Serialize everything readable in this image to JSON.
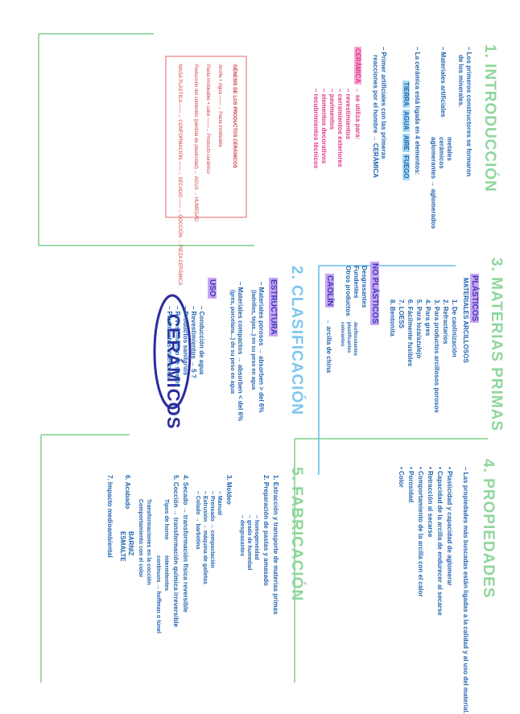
{
  "title": "CERÁMICOS",
  "sections": {
    "intro": {
      "heading": "1. INTRODUCCIÓN",
      "l1": "– Los primeros constructores se formaron",
      "l1b": "de los minerales.",
      "l2": "– Materiales artificiales",
      "l2a": "metales",
      "l2b": "cerámicos",
      "l2c": "aglomerantes → aglomerados",
      "l3": "– La cerámica está ligada en 4 elementos:",
      "elements": [
        "TIERRA",
        "AGUA",
        "AIRE",
        "FUEGO"
      ],
      "l4": "– Primer artificiales con las primeras",
      "l4b": "reacciones por el hombre → CERÁMICA",
      "ceramica_label": "CERÁMICA",
      "l5": "→ se utiliza para:",
      "uses": [
        "– revestimientos",
        "– cerramientos exteriores",
        "– pavimentos",
        "– elementos decorativos",
        "– recubrimientos técnicos"
      ],
      "box": {
        "title": "GÉNESIS DE LOS PRODUCTOS CERÁMICOS",
        "r1": "Arcilla + Agua ——→ Pasta moldeable",
        "r2": "Pasta moldeable + calor ——→ Producto cerámico",
        "r3": "Reducción del contenido (pérdida de plasticidad) ← AGUA → HUMEDAD",
        "r4": "MASA PLÁSTICA ——→ CONFORMACIÓN ——→ SECADO ——→ COCCIÓN → PIEZA CERÁMICA"
      }
    },
    "materias": {
      "heading": "3. MATERIAS PRIMAS",
      "plasticos": "PLÁSTICOS",
      "plasticos_sub": "MATERIALES ARCILLOSOS",
      "items": [
        "1. De caolinización",
        "2. Refractarios",
        "3. Para productos arcillosos porosos",
        "4. Para gres",
        "5. Para loza/azulejo",
        "6. Fácilmente fusibles",
        "7. LOESS",
        "8. Bentonita"
      ],
      "no_plasticos": "NO PLÁSTICOS",
      "np_items": [
        "Desgrasantes",
        "Fundentes",
        "Otros productos"
      ],
      "np_side": [
        "desfloculantes",
        "plastificantes",
        "colorantes"
      ],
      "caolin": "CAOLÍN",
      "caolin_desc": "→ arcilla de china"
    },
    "clasificacion": {
      "heading": "2. CLASIFICACIÓN",
      "estructura": "ESTRUCTURA",
      "e1": "– Materiales porosos → absorben > del 6%",
      "e1b": "(ladrillos, tejas...)   en su peso en agua",
      "e2": "– Materiales compactos → absorben < del 6%",
      "e2b": "(gres, porcelana...)   de su peso en agua",
      "uso": "USO",
      "uso_items": [
        "– Conducción de agua",
        "– Revestimientos → 5 ?",
        "– Productos sanitarios",
        "– Revestimiento de suelos",
        "– Pavimentos interiores"
      ]
    },
    "propiedades": {
      "heading": "4. PROPIEDADES",
      "intro": "– Las propiedades más buscadas están ligadas a la calidad y al uso del material.",
      "items": [
        "• Plasticidad y capacidad de aglomerar",
        "• Capacidad de la arcilla de endurecer al secarse",
        "• Retracción al secarse",
        "• Comportamiento de la arcilla con el calor",
        "• Porosidad",
        "• Color"
      ]
    },
    "fabricacion": {
      "heading": "5. FABRICACIÓN",
      "steps": [
        "1. Extracción y transporte de materias primas",
        "2. Preparación de pastas y amasado",
        "3. Moldeo",
        "4. Secado → transformación física reversible",
        "5. Cocción → transformación química irreversible",
        "6. Acabado",
        "7. Impacto medioambiental"
      ],
      "prep": [
        "– homogeneidad",
        "– grado de humedad",
        "– desgrasantes"
      ],
      "moldeo": [
        "– Manual",
        "– Prensado → compactación",
        "– Extrusión → máquina de galletas",
        "– Colado → barbotina"
      ],
      "coccion": [
        "Tipos de horno",
        "intermitentes",
        "continuos → hoffman o túnel"
      ],
      "coccion_note": "Transformaciones en la cocción",
      "coccion_note2": "Comportamiento con el color",
      "acabado": [
        "BARNIZ",
        "ESMALTE"
      ]
    }
  },
  "colors": {
    "green": "#8fd69c",
    "blue": "#1f63b0",
    "pink": "#e0378b",
    "red": "#d2373a",
    "title": "#2b2b9e"
  }
}
